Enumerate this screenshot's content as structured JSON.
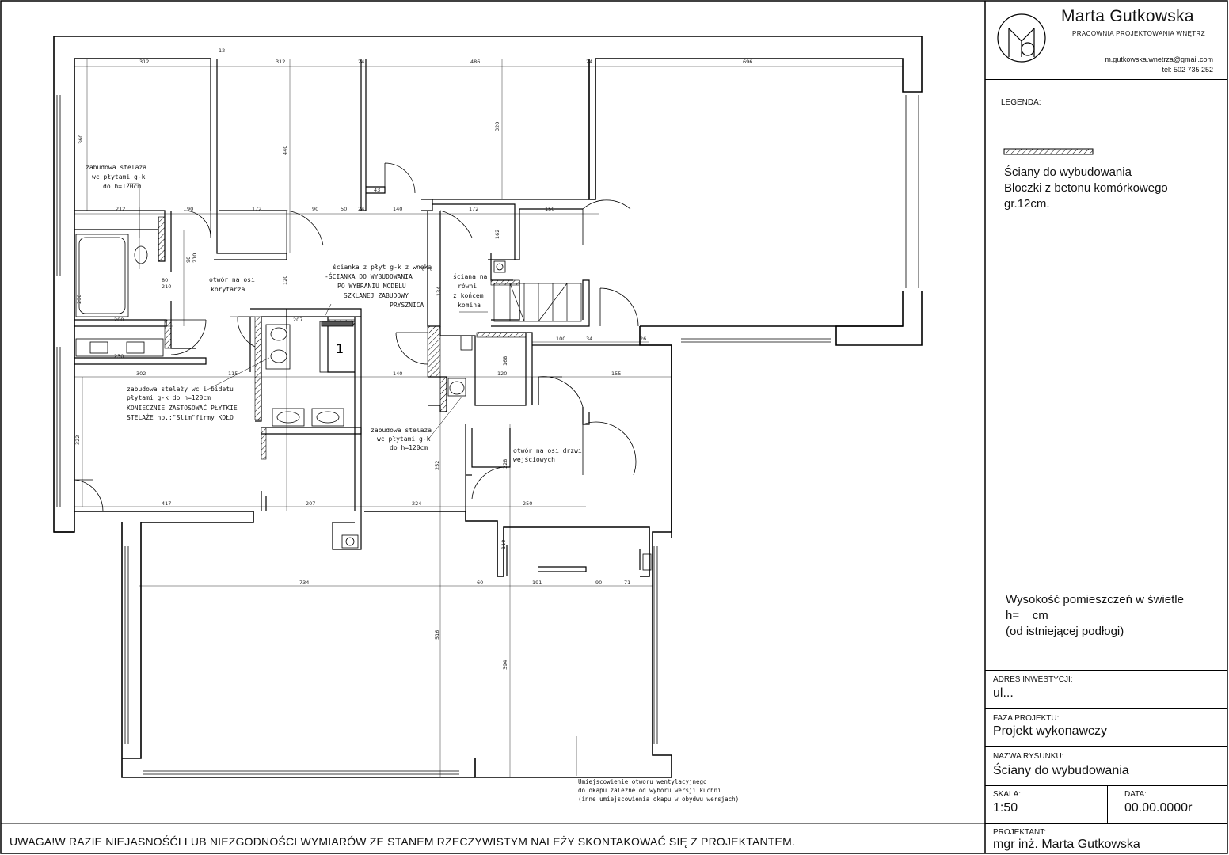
{
  "header": {
    "designer": "Marta Gutkowska",
    "studio": "PRACOWNIA PROJEKTOWANIA WNĘTRZ",
    "email": "m.gutkowska.wnetrza@gmail.com",
    "phone": "tel: 502 735 252"
  },
  "legend": {
    "title": "LEGENDA:",
    "line1": "Ściany do wybudowania",
    "line2": "Bloczki z betonu komórkowego",
    "line3": "gr.12cm."
  },
  "room_height": {
    "line1": "Wysokość pomieszczeń w świetle",
    "line2": "h=    cm",
    "line3": "(od istniejącej podłogi)"
  },
  "title_block": {
    "address_label": "ADRES INWESTYCJI:",
    "address_value": "ul...",
    "phase_label": "FAZA PROJEKTU:",
    "phase_value": "Projekt wykonawczy",
    "drawing_label": "NAZWA RYSUNKU:",
    "drawing_value": "Ściany do wybudowania",
    "scale_label": "SKALA:",
    "scale_value": "1:50",
    "date_label": "DATA:",
    "date_value": "00.00.0000r",
    "designer_label": "PROJEKTANT:",
    "designer_value": "mgr inż. Marta Gutkowska"
  },
  "warning": "UWAGA!W RAZIE NIEJASNOŚĆI LUB NIEZGODNOŚCI WYMIARÓW ZE STANEM RZECZYWISTYM NALEŻY SKONTAKOWAĆ SIĘ Z PROJEKTANTEM.",
  "plan_notes": {
    "n1a": "zabudowa stelaża",
    "n1b": "wc płytami g-k",
    "n1c": "do h=120cm",
    "n2a": "otwór na osi",
    "n2b": "korytarza",
    "n3a": "ścianka z płyt g-k z wnęką",
    "n3b": "-ŚCIANKA DO WYBUDOWANIA",
    "n3c": "PO WYBRANIU MODELU",
    "n3d": "SZKLANEJ ZABUDOWY",
    "n3e": "PRYSZNICA",
    "n4a": "ściana na",
    "n4b": "równi",
    "n4c": "z końcem",
    "n4d": "komina",
    "n5a": "zabudowa  stelaży wc i bidetu",
    "n5b": "płytami g-k do h=120cm",
    "n5c": "KONIECZNIE ZASTOSOWAĆ PŁYTKIE",
    "n5d": "STELAŻE np.:\"Slim\"firmy KOŁO",
    "n6a": "zabudowa stelaża",
    "n6b": "wc płytami g-k",
    "n6c": "do h=120cm",
    "n7a": "otwór na osi drzwi",
    "n7b": "wejściowych",
    "n8a": "Umiejscowienie otworu wentylacyjnego",
    "n8b": "do okapu zależne od wyboru wersji kuchni",
    "n8c": "(inne umiejscowienia okapu w obydwu wersjach)"
  },
  "dimensions": {
    "d312a": "312",
    "d312b": "312",
    "d486": "486",
    "d696": "696",
    "d24a": "24",
    "d24b": "24",
    "d12a": "12",
    "d360": "360",
    "d440": "440",
    "d320": "320",
    "d212": "212",
    "d90a": "90",
    "d172a": "172",
    "d90b": "90",
    "d50": "50",
    "d24c": "24",
    "d140a": "140",
    "d172b": "172",
    "d150": "150",
    "d43": "43",
    "d290": "290",
    "d200": "200",
    "d230": "230",
    "d302": "302",
    "d115": "115",
    "d140b": "140",
    "d120a": "120",
    "d155": "155",
    "d100a": "100",
    "d34": "34",
    "d26": "26",
    "d207a": "207",
    "d322": "322",
    "d417": "417",
    "d207b": "207",
    "d224": "224",
    "d250": "250",
    "d252": "252",
    "d228": "228",
    "d734": "734",
    "d60": "60",
    "d191": "191",
    "d90c": "90",
    "d71": "71",
    "d516": "516",
    "d394": "394",
    "d110": "110",
    "d120b": "120",
    "d168": "168",
    "d134": "134",
    "d162": "162",
    "door_a": "90",
    "door_b": "210",
    "door_c": "80",
    "door_d": "210",
    "room_num": "1"
  }
}
